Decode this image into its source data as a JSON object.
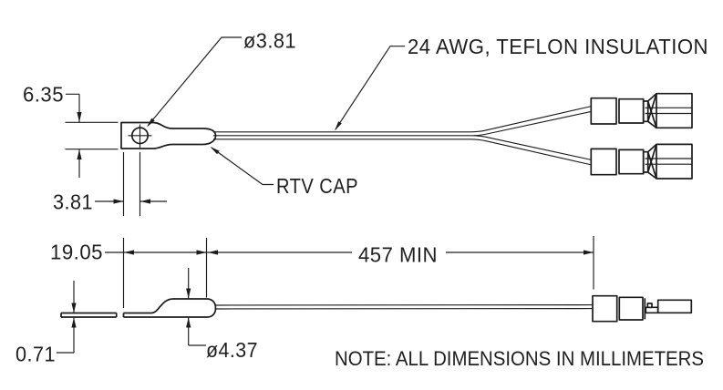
{
  "drawing": {
    "title_note": "NOTE: ALL DIMENSIONS IN MILLIMETERS",
    "labels": {
      "hole_diameter": "ø3.81",
      "wire_spec": "24 AWG, TEFLON INSULATION",
      "cap_name": "RTV CAP",
      "cap_diameter": "ø4.37"
    },
    "dimensions": {
      "lug_width": "6.35",
      "hole_to_end": "3.81",
      "cap_length": "19.05",
      "lead_length": "457 MIN",
      "tab_thickness": "0.71"
    },
    "units": "millimeters",
    "colors": {
      "line": "#1c1c1c",
      "background": "#ffffff"
    }
  }
}
